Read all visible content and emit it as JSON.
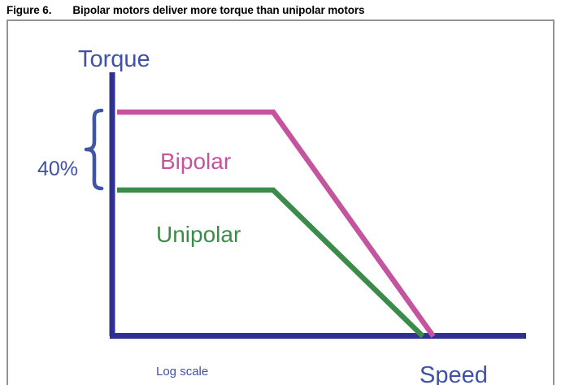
{
  "caption": {
    "number": "Figure 6.",
    "title": "Bipolar motors deliver more torque than unipolar motors"
  },
  "figure": {
    "frame_color": "#939393"
  },
  "colors": {
    "axis": "#2e3192",
    "label_blue": "#3f51a8",
    "bipolar": "#c5549f",
    "unipolar": "#3b8b4a",
    "brace": "#4055a4",
    "background": "#ffffff"
  },
  "labels": {
    "y_axis": "Torque",
    "x_axis": "Speed",
    "x_axis_note": "Log scale",
    "bipolar": "Bipolar",
    "unipolar": "Unipolar",
    "delta": "40%"
  },
  "chart_data": {
    "type": "line",
    "title": "Bipolar motors deliver more torque than unipolar motors",
    "xlabel": "Speed",
    "ylabel": "Torque",
    "xlabel_note": "Log scale",
    "grid": false,
    "legend": "inline-annotations",
    "axis_scale_x": "log",
    "annotations": [
      {
        "text": "40%",
        "meaning": "Bipolar plateau torque exceeds unipolar plateau torque by 40%",
        "type": "brace",
        "spans": [
          "Bipolar plateau",
          "Unipolar plateau"
        ]
      }
    ],
    "series": [
      {
        "name": "Bipolar",
        "color": "#c5549f",
        "plateau_torque": 1.4,
        "points": [
          {
            "x": 0.0,
            "y": 1.4
          },
          {
            "x": 0.51,
            "y": 1.4
          },
          {
            "x": 0.92,
            "y": 0.0
          }
        ]
      },
      {
        "name": "Unipolar",
        "color": "#3b8b4a",
        "plateau_torque": 1.0,
        "points": [
          {
            "x": 0.0,
            "y": 1.0
          },
          {
            "x": 0.51,
            "y": 1.0
          },
          {
            "x": 0.89,
            "y": 0.0
          }
        ]
      }
    ],
    "xlim": [
      0,
      1
    ],
    "ylim": [
      0,
      1.75
    ]
  }
}
